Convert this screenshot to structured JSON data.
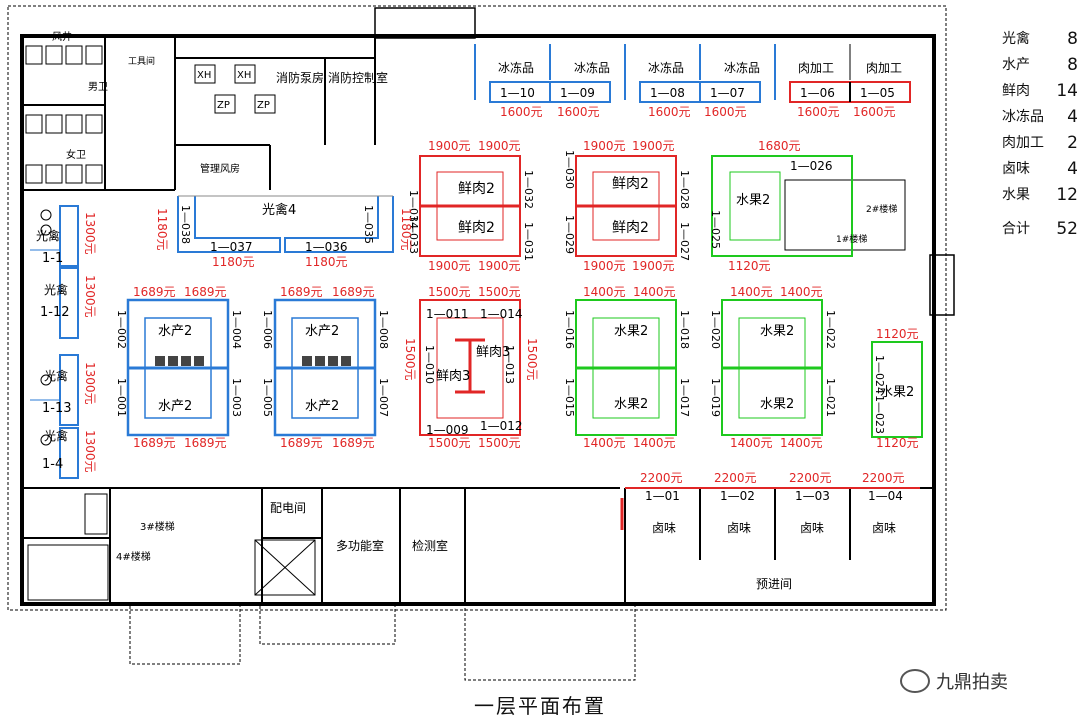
{
  "title": "一层平面布置",
  "watermark": "九鼎拍卖",
  "legend": [
    {
      "name": "光禽",
      "count": "8"
    },
    {
      "name": "水产",
      "count": "8"
    },
    {
      "name": "鲜肉",
      "count": "14"
    },
    {
      "name": "冰冻品",
      "count": "4"
    },
    {
      "name": "肉加工",
      "count": "2"
    },
    {
      "name": "卤味",
      "count": "4"
    },
    {
      "name": "水果",
      "count": "12"
    },
    {
      "name": "合计",
      "count": "52"
    }
  ],
  "colors": {
    "blue": "#2a7ad6",
    "red": "#e12626",
    "green": "#1ec91e",
    "wall": "#000000"
  },
  "rooms": {
    "fire_pump": "消防泵房",
    "fire_control": "消防控制室",
    "pipe_well": "管理风房",
    "male_wc": "男卫",
    "female_wc": "女卫",
    "wind_well": "风井",
    "tools": "工具间",
    "power": "配电间",
    "multi": "多功能室",
    "test": "检测室",
    "pre_room": "预进间",
    "stair3": "3#楼梯",
    "stair4": "4#楼梯",
    "stair1": "1#楼梯",
    "stair2": "2#楼梯",
    "xh": "XH",
    "zp": "ZP"
  },
  "groups": {
    "frozen": "冰冻品",
    "meatproc": "肉加工",
    "poultry": "光禽",
    "poultry4": "光禽4",
    "seafood2": "水产2",
    "fresh2": "鲜肉2",
    "fresh3": "鲜肉3",
    "fruit2": "水果2",
    "braised": "卤味"
  },
  "stalls": {
    "s105": "1—05",
    "s106": "1—06",
    "s107": "1—07",
    "s108": "1—08",
    "s109": "1—09",
    "s110": "1—10",
    "s101": "1—01",
    "s102": "1—02",
    "s103": "1—03",
    "s104": "1—04",
    "s111": "1—011",
    "s112": "1—012",
    "s113": "1—013",
    "s114": "1—014",
    "s109b": "1—009",
    "s110b": "1—010",
    "s126": "1—026",
    "s125": "1—025",
    "s036": "1—036",
    "s037": "1—037",
    "s035": "1—035",
    "s038": "1—038",
    "s1_1": "1-1",
    "s1_12": "1-12",
    "s1_13": "1-13",
    "s1_4": "1-4",
    "s034": "1—034",
    "s033": "1—033",
    "s032": "1—032",
    "s031": "1—031",
    "s030": "1—030",
    "s029": "1—029",
    "s028": "1—028",
    "s027": "1—027",
    "s002": "1—002",
    "s001": "1—001",
    "s004": "1—004",
    "s003": "1—003",
    "s006": "1—006",
    "s005": "1—005",
    "s008": "1—008",
    "s007": "1—007",
    "s016": "1—016",
    "s015": "1—015",
    "s018": "1—018",
    "s017": "1—017",
    "s020": "1—020",
    "s019": "1—019",
    "s022": "1—022",
    "s021": "1—021",
    "s024": "1—024",
    "s023": "1—023"
  },
  "prices": {
    "p1600": "1600元",
    "p1900": "1900元",
    "p1680": "1680元",
    "p1180": "1180元",
    "p1120": "1120元",
    "p1689": "1689元",
    "p1500": "1500元",
    "p1400": "1400元",
    "p1300": "1300元",
    "p2200": "2200元"
  }
}
